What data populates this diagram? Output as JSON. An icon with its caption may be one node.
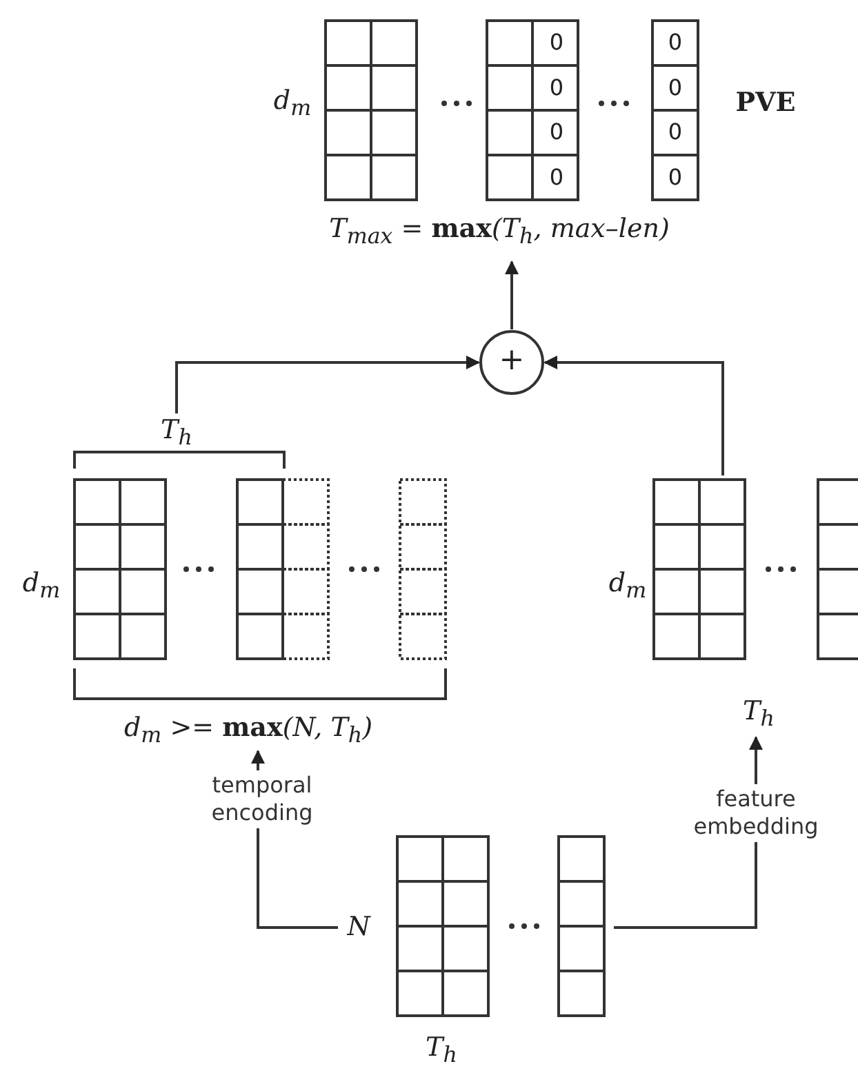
{
  "diagram": {
    "nodes": [
      {
        "text": [
          "0",
          "0",
          "0",
          "0",
          "0",
          "0",
          "0",
          "0"
        ],
        "beside": [
          "d$_{m}$",
          "PVE",
          "T$_{max}$ = **max**(T$_{h}$, max–len)"
        ]
      },
      {
        "text": [
          "+"
        ]
      },
      {
        "text": [],
        "shape": "grid",
        "beside": [
          "T$_{h}$",
          "d$_{m}$",
          "d$_{m}$ >= **max**(N, T$_{h}$)"
        ]
      },
      {
        "text": [],
        "shape": "grid",
        "beside": [
          "d$_{m}$",
          "T$_{h}$"
        ]
      },
      {
        "text": [],
        "shape": "grid",
        "beside": [
          "N",
          "T$_{h}$"
        ]
      }
    ],
    "edges": [
      {
        "from": 4,
        "to": 2,
        "arrow": "to",
        "label": "temporal encoding"
      },
      {
        "from": 4,
        "to": 3,
        "arrow": "to",
        "label": "feature embedding"
      },
      {
        "from": 2,
        "to": 1,
        "arrow": "to"
      },
      {
        "from": 3,
        "to": 1,
        "arrow": "to"
      },
      {
        "from": 1,
        "to": 0,
        "arrow": "to"
      }
    ]
  }
}
